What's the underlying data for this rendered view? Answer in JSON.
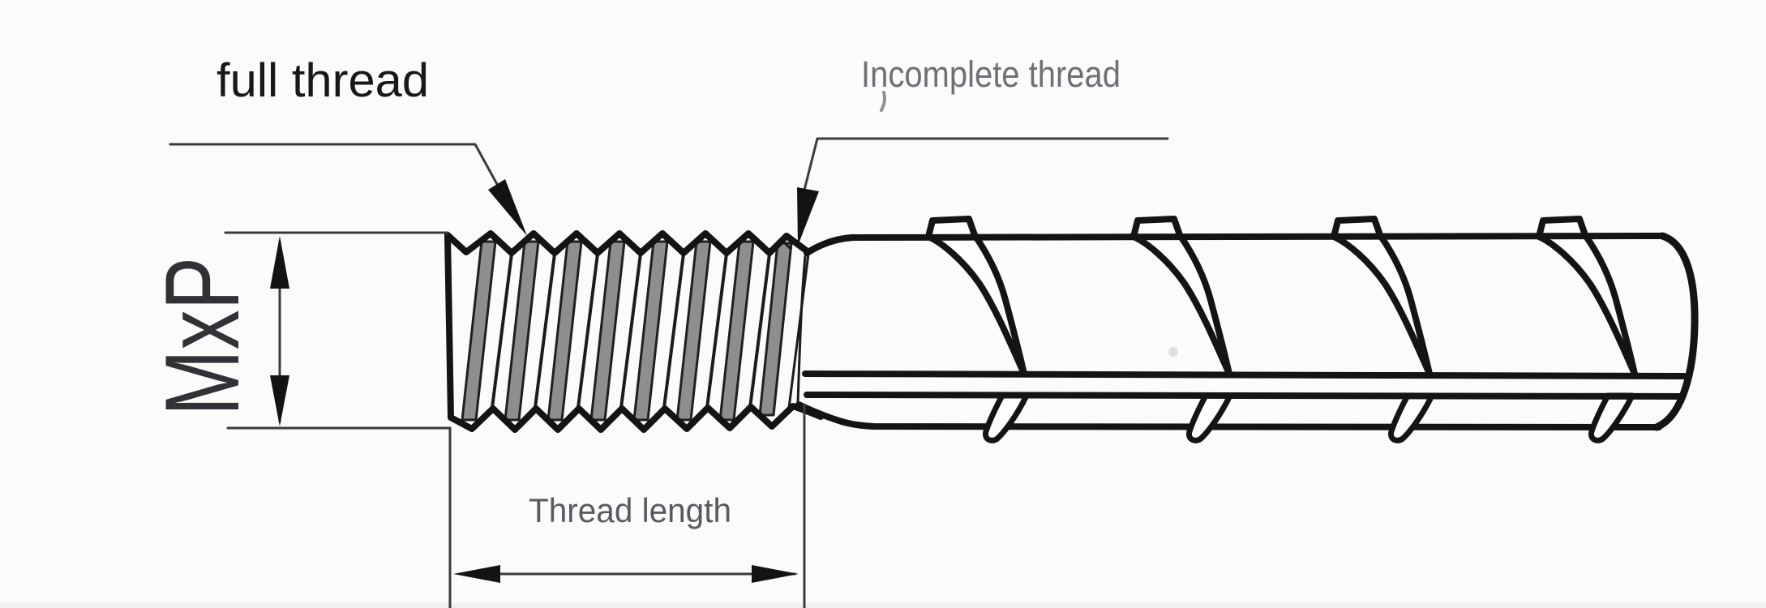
{
  "diagram": {
    "labels": {
      "full_thread": "full thread",
      "incomplete_thread": "Incomplete thread",
      "thread_length": "Thread length",
      "thread_spec": "MxP"
    },
    "colors": {
      "background": "#fbfbfb",
      "outline": "#141414",
      "annotation_line": "#3b3b3d",
      "label_primary": "#17181a",
      "label_secondary": "#6d7075",
      "label_dimension": "#575b60",
      "label_spec": "#313236",
      "thread_shading": "#8e8e8e",
      "arrow_fill": "#131313"
    }
  }
}
